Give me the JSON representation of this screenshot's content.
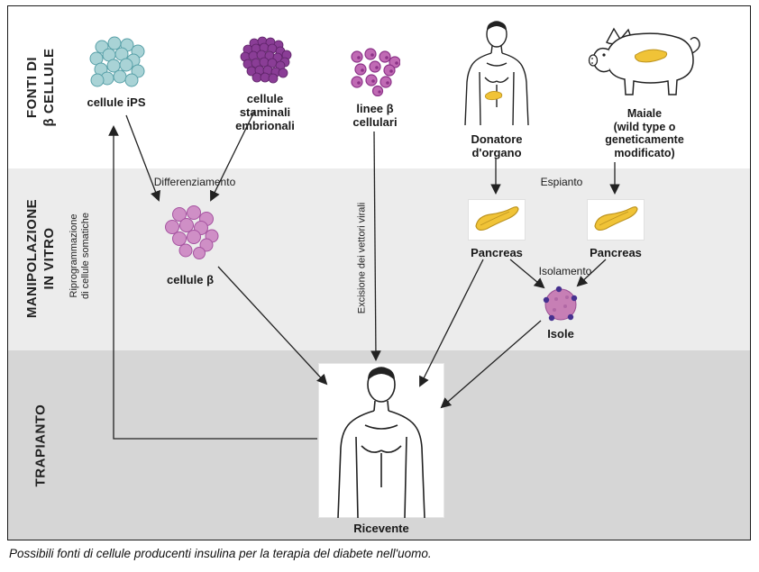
{
  "caption": "Possibili fonti di cellule producenti insulina per la terapia del diabete nell'uomo.",
  "bands": {
    "fonti": {
      "line1": "FONTI DI",
      "line2": "β CELLULE"
    },
    "manipolazione": {
      "line1": "MANIPOLAZIONE",
      "line2": "IN VITRO"
    },
    "trapianto": {
      "line1": "TRAPIANTO"
    }
  },
  "labels": {
    "ips": "cellule iPS",
    "staminali": [
      "cellule",
      "staminali",
      "embrionali"
    ],
    "linee": [
      "linee β",
      "cellulari"
    ],
    "donatore": [
      "Donatore",
      "d'organo"
    ],
    "maiale": [
      "Maiale",
      "(wild type o",
      "geneticamente",
      "modificato)"
    ],
    "cellule_beta": "cellule β",
    "pancreas_sx": "Pancreas",
    "pancreas_dx": "Pancreas",
    "isole": "Isole",
    "ricevente": "Ricevente"
  },
  "processes": {
    "differenziamento": "Differenziamento",
    "riprogrammazione": [
      "Riprogrammazione",
      "di cellule somatiche"
    ],
    "excisione": "Excisione dei vettori virali",
    "espianto": "Espianto",
    "isolamento": "Isolamento"
  },
  "colors": {
    "ips_cell": "#a9d3d6",
    "staminali_cell": "#8a3d96",
    "linee_cell": "#c06ab4",
    "beta_cell": "#cf8fc6",
    "isole_body": "#c77fb5",
    "isole_dot": "#46318f",
    "pancreas": "#f0c337",
    "band_mid": "#ececec",
    "band_bottom": "#d6d6d6"
  }
}
